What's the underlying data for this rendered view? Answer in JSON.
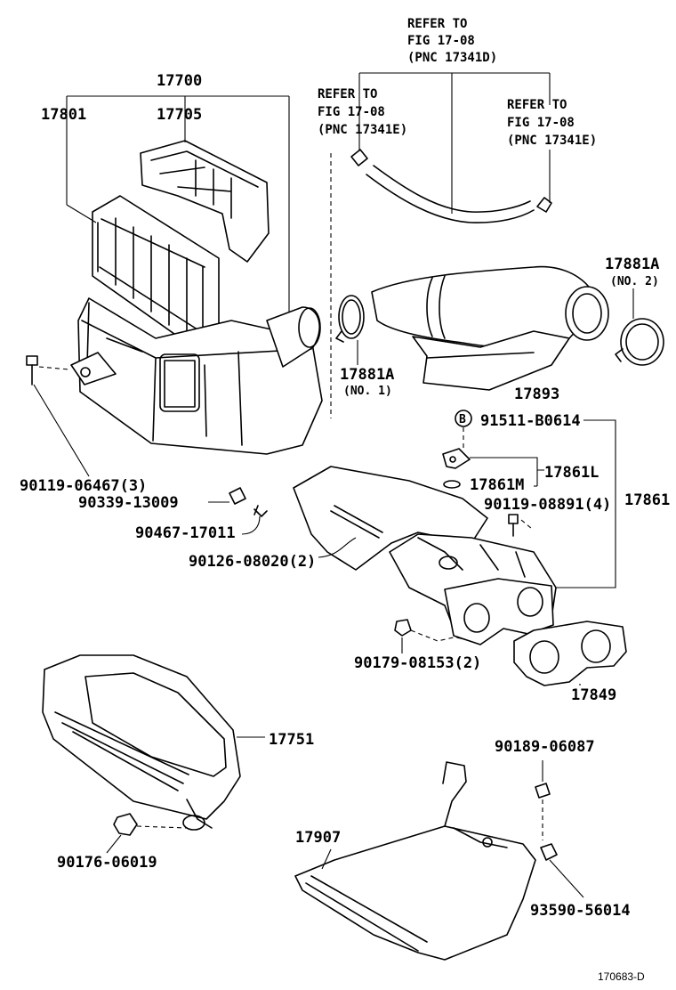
{
  "refer_top": {
    "line1": "REFER TO",
    "line2": "FIG 17-08",
    "line3": "(PNC 17341D)"
  },
  "refer_left": {
    "line1": "REFER TO",
    "line2": "FIG 17-08",
    "line3": "(PNC 17341E)"
  },
  "refer_right": {
    "line1": "REFER TO",
    "line2": "FIG 17-08",
    "line3": "(PNC 17341E)"
  },
  "labels": {
    "p17700": "17700",
    "p17801": "17801",
    "p17705": "17705",
    "p17881A_2": "17881A",
    "p17881A_2_sub": "(NO. 2)",
    "p17881A_1": "17881A",
    "p17881A_1_sub": "(NO. 1)",
    "p17893": "17893",
    "b_marker": "B",
    "p91511": "91511-B0614",
    "p17861L": "17861L",
    "p17861M": "17861M",
    "p17861": "17861",
    "p90119_08891": "90119-08891(4)",
    "p90119_06467": "90119-06467(3)",
    "p90339": "90339-13009",
    "p90467": "90467-17011",
    "p90126": "90126-08020(2)",
    "p90179": "90179-08153(2)",
    "p17849": "17849",
    "p17751": "17751",
    "p90189": "90189-06087",
    "p17907": "17907",
    "p90176": "90176-06019",
    "p93590": "93590-56014",
    "figure_code": "170683-D"
  }
}
